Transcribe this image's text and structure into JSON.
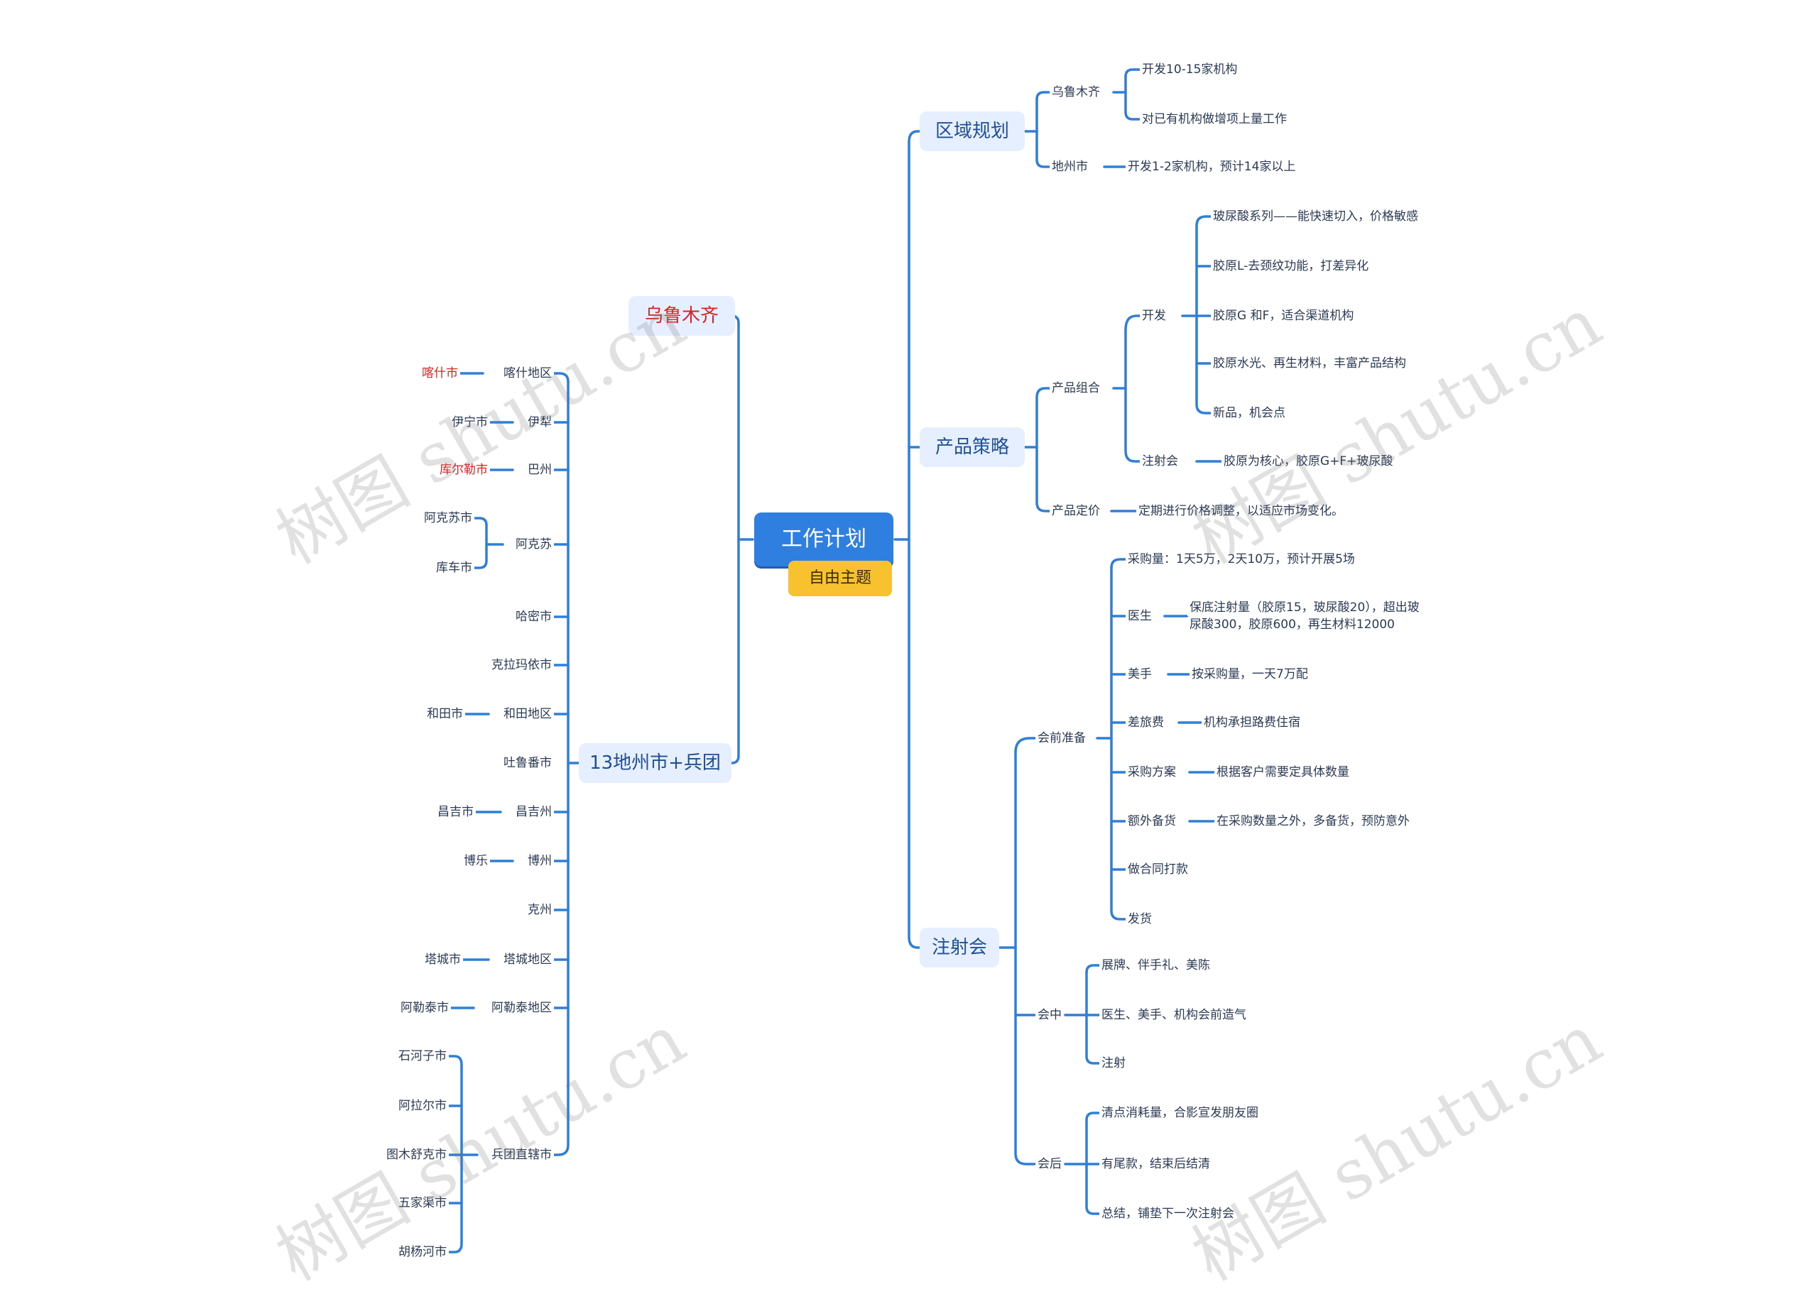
{
  "root": "工作计划",
  "floating": "自由主题",
  "watermark": "树图 shutu.cn",
  "left": {
    "urumqi": "乌鲁木齐",
    "prefectures": "13地州市+兵团",
    "items": [
      {
        "region": "喀什地区",
        "city": "喀什市",
        "city_color": "red"
      },
      {
        "region": "伊犁",
        "city": "伊宁市"
      },
      {
        "region": "巴州",
        "city": "库尔勒市",
        "city_color": "red"
      },
      {
        "region": "阿克苏",
        "cities": [
          "阿克苏市",
          "库车市"
        ]
      },
      {
        "region": "哈密市"
      },
      {
        "region": "克拉玛依市"
      },
      {
        "region": "和田地区",
        "city": "和田市"
      },
      {
        "region": "吐鲁番市"
      },
      {
        "region": "昌吉州",
        "city": "昌吉市"
      },
      {
        "region": "博州",
        "city": "博乐"
      },
      {
        "region": "克州"
      },
      {
        "region": "塔城地区",
        "city": "塔城市"
      },
      {
        "region": "阿勒泰地区",
        "city": "阿勒泰市"
      },
      {
        "region": "兵团直辖市",
        "cities": [
          "石河子市",
          "阿拉尔市",
          "图木舒克市",
          "五家渠市",
          "胡杨河市"
        ]
      }
    ]
  },
  "right": {
    "region_plan": {
      "label": "区域规划",
      "urumqi": {
        "label": "乌鲁木齐",
        "items": [
          "开发10-15家机构",
          "对已有机构做增项上量工作"
        ]
      },
      "prefecture": {
        "label": "地州市",
        "item": "开发1-2家机构，预计14家以上"
      }
    },
    "product": {
      "label": "产品策略",
      "combo": {
        "label": "产品组合",
        "develop": {
          "label": "开发",
          "items": [
            "玻尿酸系列——能快速切入，价格敏感",
            "胶原L-去颈纹功能，打差异化",
            "胶原G 和F，适合渠道机构",
            "胶原水光、再生材料，丰富产品结构",
            "新品，机会点"
          ]
        },
        "injection": {
          "label": "注射会",
          "item": "胶原为核心，胶原G+F+玻尿酸"
        }
      },
      "pricing": {
        "label": "产品定价",
        "item": "定期进行价格调整，以适应市场变化。"
      }
    },
    "injection_meeting": {
      "label": "注射会",
      "before": {
        "label": "会前准备",
        "items": [
          {
            "label": "采购量：1天5万，2天10万，预计开展5场"
          },
          {
            "label": "医生",
            "detail_line1": "保底注射量（胶原15，玻尿酸20），超出玻",
            "detail_line2": "尿酸300，胶原600，再生材料12000"
          },
          {
            "label": "美手",
            "detail": "按采购量，一天7万配"
          },
          {
            "label": "差旅费",
            "detail": "机构承担路费住宿"
          },
          {
            "label": "采购方案",
            "detail": "根据客户需要定具体数量"
          },
          {
            "label": "额外备货",
            "detail": "在采购数量之外，多备货，预防意外"
          },
          {
            "label": "做合同打款"
          },
          {
            "label": "发货"
          }
        ]
      },
      "during": {
        "label": "会中",
        "items": [
          "展牌、伴手礼、美陈",
          "医生、美手、机构会前造气",
          "注射"
        ]
      },
      "after": {
        "label": "会后",
        "items": [
          "清点消耗量，合影宣发朋友圈",
          "有尾款，结束后结清",
          "总结，铺垫下一次注射会"
        ]
      }
    }
  }
}
